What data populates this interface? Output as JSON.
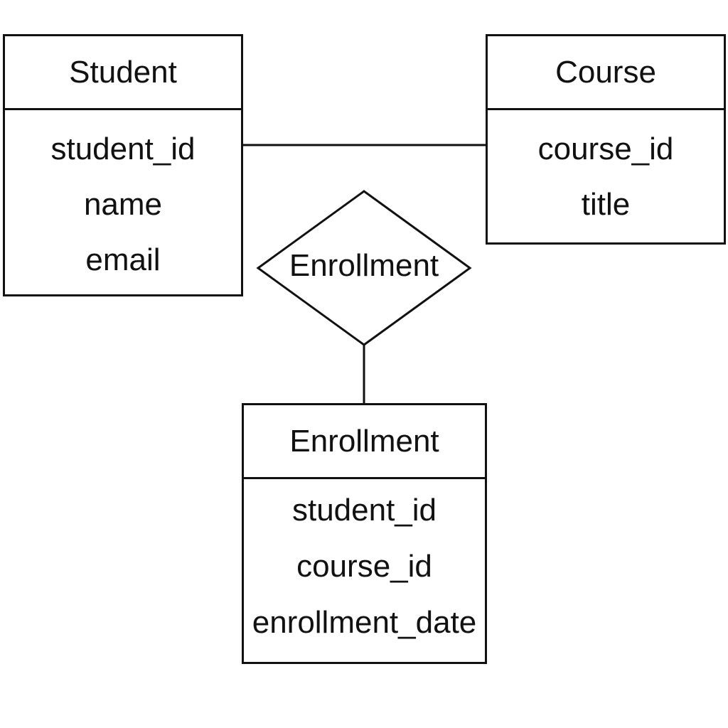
{
  "entities": {
    "student": {
      "name": "Student",
      "attributes": [
        "student_id",
        "name",
        "email"
      ]
    },
    "course": {
      "name": "Course",
      "attributes": [
        "course_id",
        "title"
      ]
    },
    "enrollment": {
      "name": "Enrollment",
      "attributes": [
        "student_id",
        "course_id",
        "enrollment_date"
      ]
    }
  },
  "relationship": {
    "name": "Enrollment"
  }
}
